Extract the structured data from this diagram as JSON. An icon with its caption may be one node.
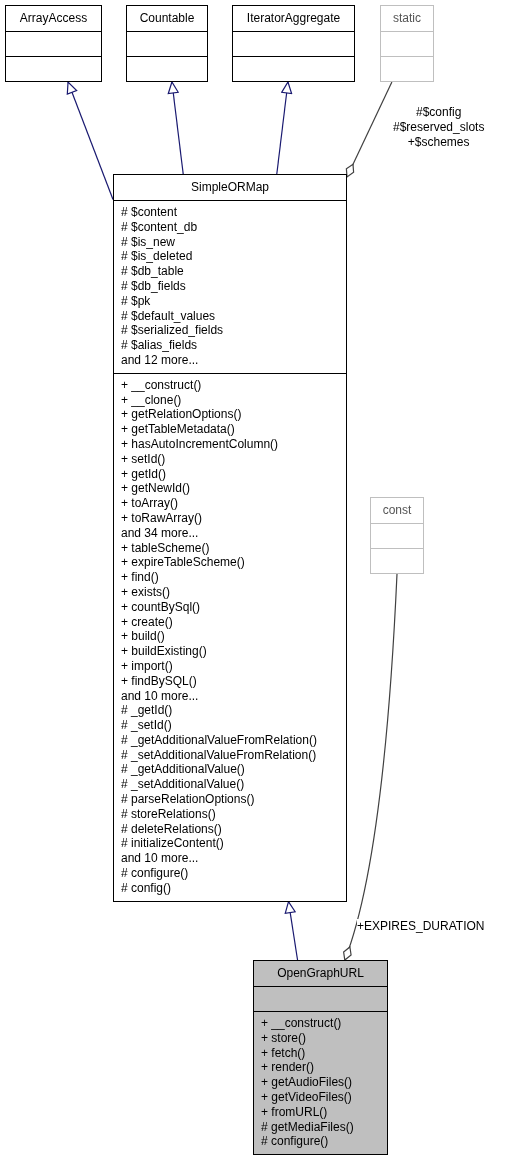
{
  "diagram": {
    "nodes": [
      {
        "text": [
          "ArrayAccess"
        ]
      },
      {
        "text": [
          "Countable"
        ]
      },
      {
        "text": [
          "IteratorAggregate"
        ]
      },
      {
        "text": [
          "static"
        ]
      },
      {
        "text": [
          "SimpleORMap",
          "# $content",
          "# $content_db",
          "# $is_new",
          "# $is_deleted",
          "# $db_table",
          "# $db_fields",
          "# $pk",
          "# $default_values",
          "# $serialized_fields",
          "# $alias_fields",
          "and 12 more...",
          "+ __construct()",
          "+ __clone()",
          "+ getRelationOptions()",
          "+ getTableMetadata()",
          "+ hasAutoIncrementColumn()",
          "+ setId()",
          "+ getId()",
          "+ getNewId()",
          "+ toArray()",
          "+ toRawArray()",
          "and 34 more...",
          "+ tableScheme()",
          "+ expireTableScheme()",
          "+ find()",
          "+ exists()",
          "+ countBySql()",
          "+ create()",
          "+ build()",
          "+ buildExisting()",
          "+ import()",
          "+ findBySQL()",
          "and 10 more...",
          "# _getId()",
          "# _setId()",
          "# _getAdditionalValueFromRelation()",
          "# _setAdditionalValueFromRelation()",
          "# _getAdditionalValue()",
          "# _setAdditionalValue()",
          "# parseRelationOptions()",
          "# storeRelations()",
          "# deleteRelations()",
          "# initializeContent()",
          "and 10 more...",
          "# configure()",
          "# config()"
        ]
      },
      {
        "text": [
          "const"
        ]
      },
      {
        "text": [
          "OpenGraphURL",
          "+ __construct()",
          "+ store()",
          "+ fetch()",
          "+ render()",
          "+ getAudioFiles()",
          "+ getVideoFiles()",
          "+ fromURL()",
          "# getMediaFiles()",
          "# configure()"
        ]
      }
    ],
    "edges": [
      {
        "from": 4,
        "to": 0,
        "arrow": "to"
      },
      {
        "from": 4,
        "to": 1,
        "arrow": "to"
      },
      {
        "from": 4,
        "to": 2,
        "arrow": "to"
      },
      {
        "from": 3,
        "to": 4,
        "arrow": "other",
        "label": "#$config #$reserved_slots +$schemes",
        "color": "#404040"
      },
      {
        "from": 6,
        "to": 4,
        "arrow": "to"
      },
      {
        "from": 5,
        "to": 6,
        "arrow": "other",
        "label": "+EXPIRES_DURATION",
        "color": "#404040"
      }
    ]
  }
}
